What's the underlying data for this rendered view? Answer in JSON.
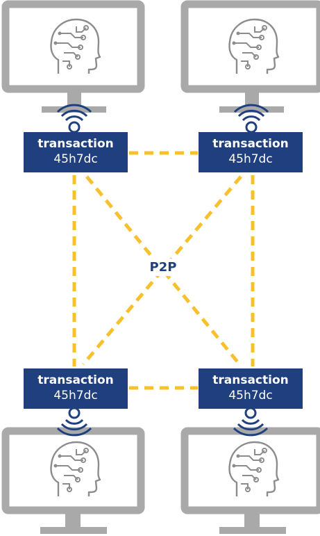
{
  "diagram": {
    "center_label": "P2P",
    "nodes": [
      {
        "title": "transaction",
        "hash": "45h7dc"
      },
      {
        "title": "transaction",
        "hash": "45h7dc"
      },
      {
        "title": "transaction",
        "hash": "45h7dc"
      },
      {
        "title": "transaction",
        "hash": "45h7dc"
      }
    ],
    "colors": {
      "node_fill": "#1f3f7f",
      "node_text": "#ffffff",
      "link": "#f7c12d",
      "monitor": "#a9a9a9",
      "head_icon": "#8c8c8c",
      "wifi": "#1f3f7f"
    },
    "icons": [
      "computer-monitor-icon",
      "ai-head-icon",
      "wifi-signal-icon"
    ]
  }
}
